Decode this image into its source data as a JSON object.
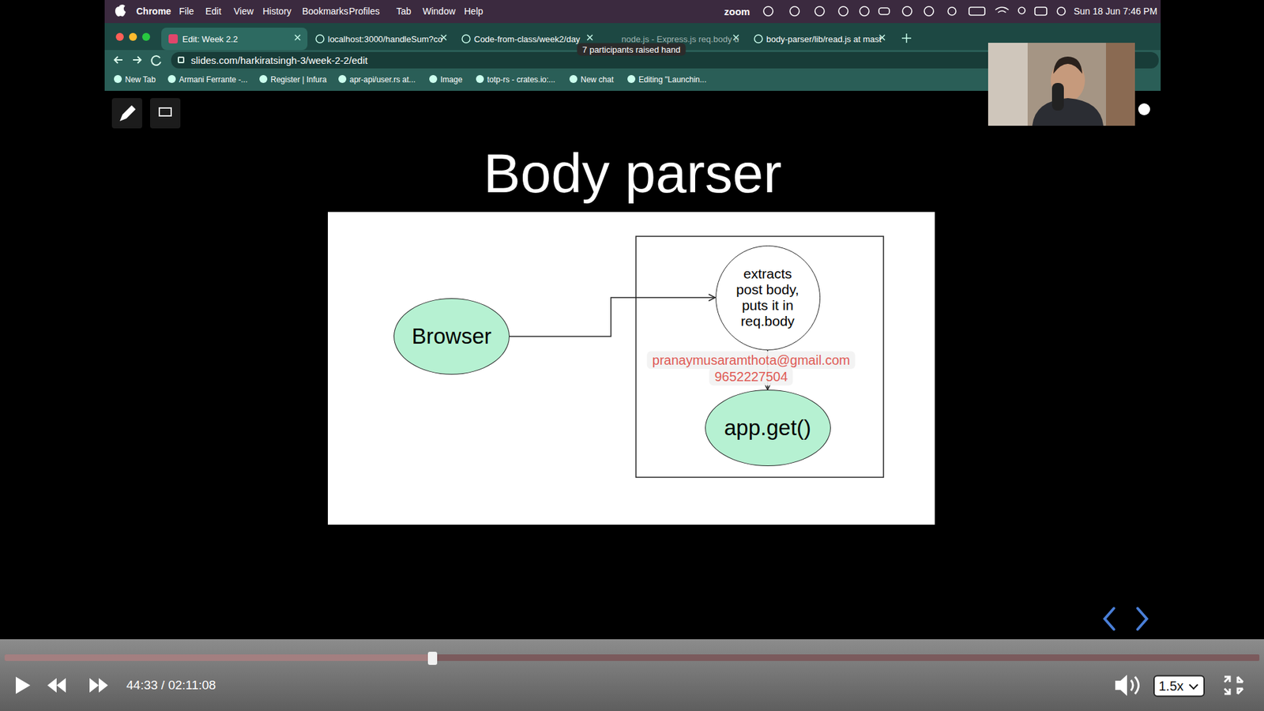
{
  "diagram": {
    "title": "Body parser",
    "nodes": [
      {
        "text": [
          "Browser"
        ]
      },
      {
        "text": [
          "extracts post body, puts it in req.body"
        ]
      },
      {
        "text": [
          "app.get()"
        ]
      }
    ],
    "edges": [
      {
        "from": 0,
        "to": 1,
        "arrow": "to"
      },
      {
        "from": 1,
        "to": 2,
        "arrow": "to"
      }
    ],
    "labels": [
      "Chrome",
      "File",
      "Edit",
      "View",
      "History",
      "Bookmarks",
      "Profiles",
      "Tab",
      "Window",
      "Help",
      "zoom",
      "Sun 18 Jun  7:46 PM",
      "Edit: Week 2.2",
      "localhost:3000/handleSum?co",
      "Code-from-class/week2/day",
      "7 participants raised hand",
      "node.js - Express.js req.body u",
      "body-parser/lib/read.js at mast",
      "slides.com/harkiratsingh-3/week-2-2/edit",
      "New Tab",
      "Armani Ferrante -...",
      "Register | Infura",
      "apr-api/user.rs at...",
      "Image",
      "totp-rs - crates.io:...",
      "New chat",
      "Editing \"Launchin...",
      "pranaymusaramthota@gmail.com",
      "9652227504",
      "44:33 / 02:11:08",
      "1.5x"
    ]
  }
}
